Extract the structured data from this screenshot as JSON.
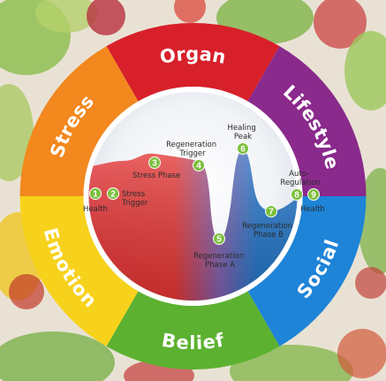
{
  "segments": [
    {
      "label": "Organ",
      "color": "#d8202a"
    },
    {
      "label": "Lifestyle",
      "color": "#8a2a8c"
    },
    {
      "label": "Social",
      "color": "#1e84d8"
    },
    {
      "label": "Belief",
      "color": "#5cb130"
    },
    {
      "label": "Emotion",
      "color": "#f7d21c"
    },
    {
      "label": "Stress",
      "color": "#f2881e"
    }
  ],
  "phases": [
    {
      "num": "1",
      "label": "Health"
    },
    {
      "num": "2",
      "label": "Stress Trigger"
    },
    {
      "num": "3",
      "label": "Stress Phase"
    },
    {
      "num": "4",
      "label": "Regeneration Trigger"
    },
    {
      "num": "5",
      "label": "Regeneration Phase A"
    },
    {
      "num": "6",
      "label": "Healing Peak"
    },
    {
      "num": "7",
      "label": "Regeneration Phase B"
    },
    {
      "num": "8",
      "label": "Auto-Regulation"
    },
    {
      "num": "9",
      "label": "Health"
    }
  ],
  "colors": {
    "marker": "#7cbf3d",
    "warm": "#e32a2f",
    "cool": "#1b6fc4",
    "ring_inner": "#ffffff"
  }
}
